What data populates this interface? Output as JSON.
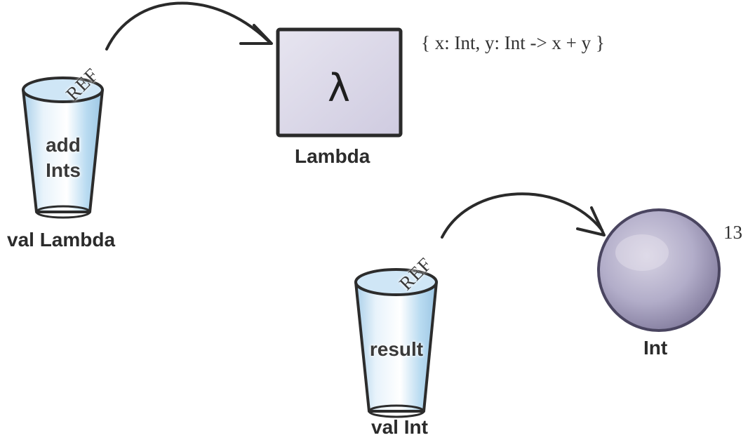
{
  "left_cup": {
    "ref": "REF",
    "name_line1": "add",
    "name_line2": "Ints",
    "caption": "val Lambda"
  },
  "lambda_box": {
    "symbol": "λ",
    "caption": "Lambda",
    "code": "{ x: Int, y: Int -> x + y }"
  },
  "right_cup": {
    "ref": "REF",
    "name": "result",
    "caption": "val Int"
  },
  "int_ball": {
    "value": "13",
    "caption": "Int"
  }
}
